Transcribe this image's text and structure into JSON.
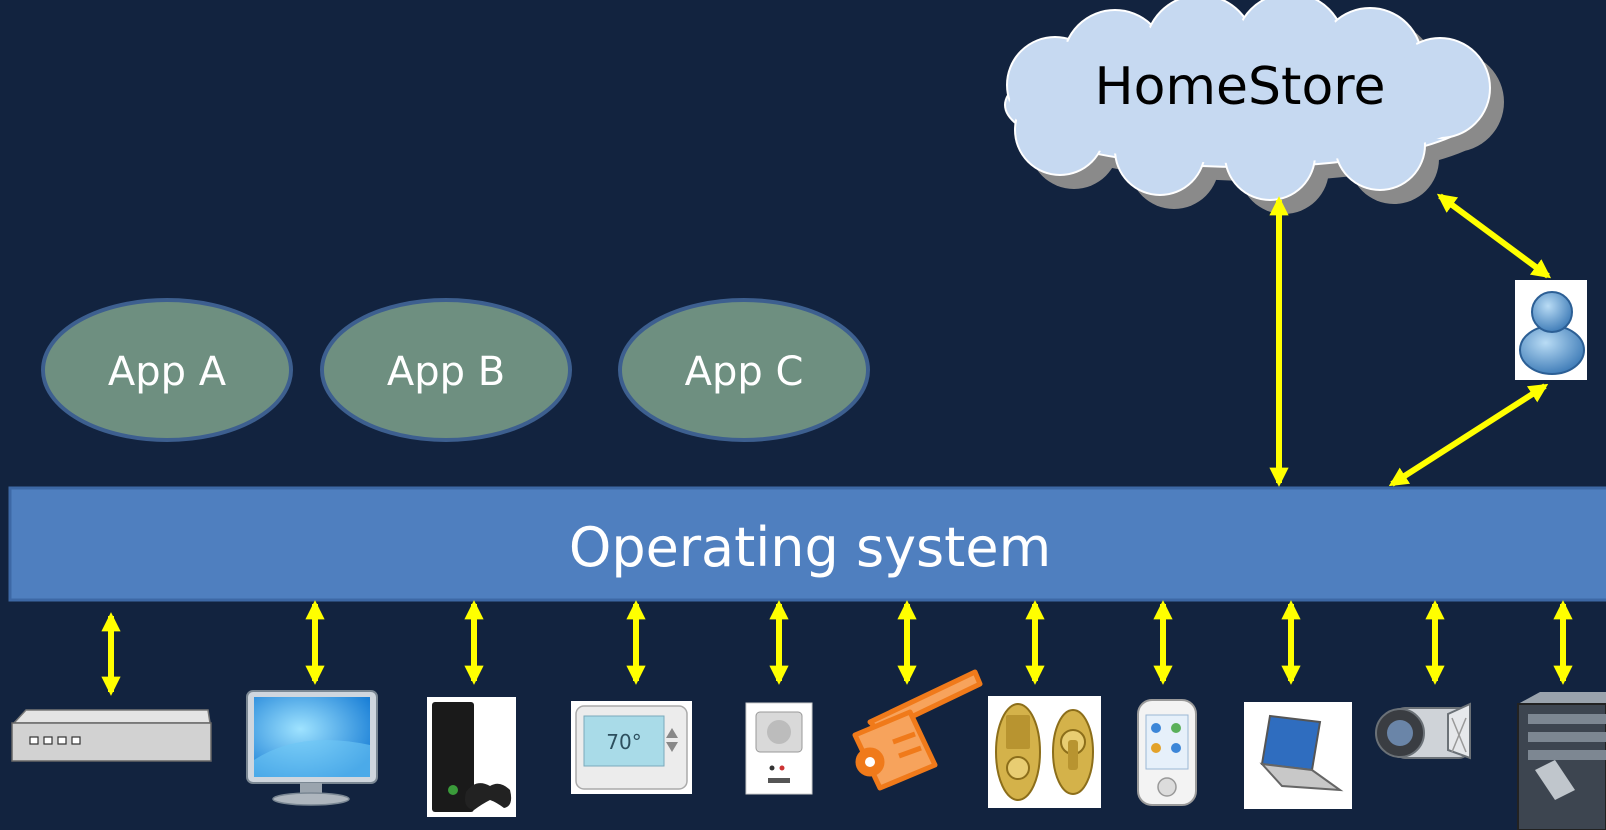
{
  "cloud": {
    "label": "HomeStore"
  },
  "apps": [
    {
      "label": "App A"
    },
    {
      "label": "App B"
    },
    {
      "label": "App C"
    }
  ],
  "os": {
    "label": "Operating system"
  },
  "devices": [
    {
      "icon": "network-hub-icon"
    },
    {
      "icon": "monitor-icon"
    },
    {
      "icon": "game-console-icon"
    },
    {
      "icon": "thermostat-icon"
    },
    {
      "icon": "motion-sensor-icon"
    },
    {
      "icon": "security-camera-icon"
    },
    {
      "icon": "door-lock-icon"
    },
    {
      "icon": "smartphone-icon"
    },
    {
      "icon": "laptop-icon"
    },
    {
      "icon": "camcorder-icon"
    },
    {
      "icon": "server-icon"
    }
  ],
  "user": {
    "icon": "user-icon"
  },
  "colors": {
    "background": "#12233f",
    "os_bar": "#4f7fbf",
    "app_fill": "#6e8f80",
    "app_stroke": "#3d5f8f",
    "cloud_fill": "#c6d9f1",
    "arrows": "#ffff00"
  }
}
